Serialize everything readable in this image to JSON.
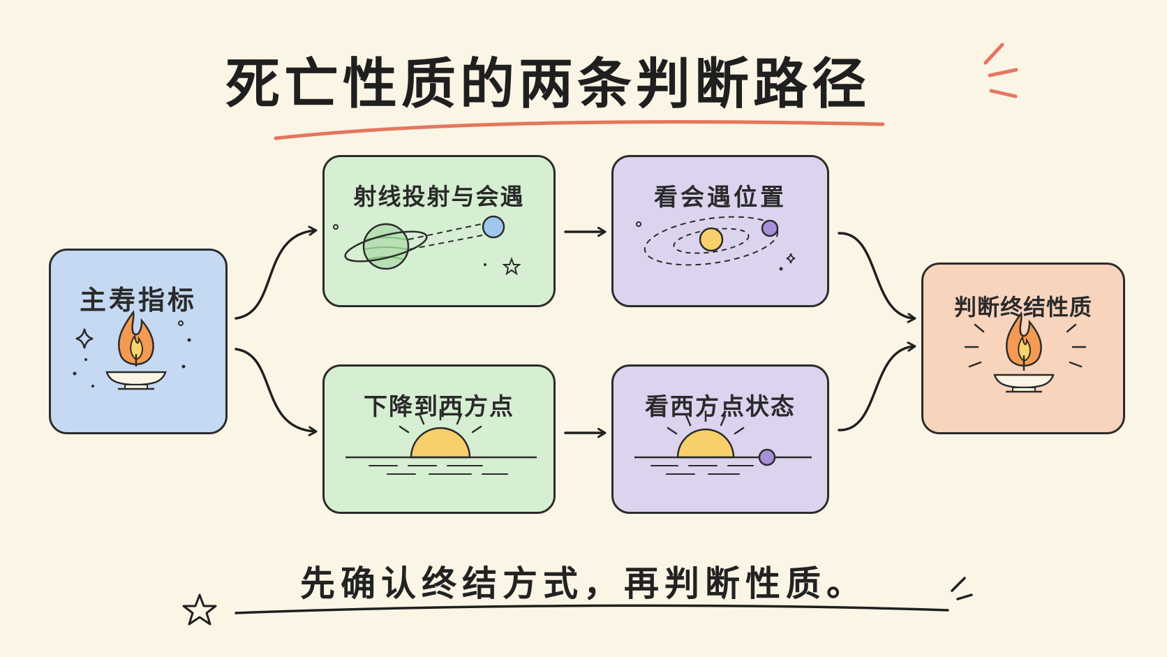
{
  "title": "死亡性质的两条判断路径",
  "cards": {
    "start": "主寿指标",
    "ray_cast": "射线投射与会遇",
    "meeting_position": "看会遇位置",
    "descend_west": "下降到西方点",
    "west_state": "看西方点状态",
    "final": "判断终结性质"
  },
  "conclusion": "先确认终结方式，再判断性质。",
  "colors": {
    "accent_red": "#e5765f",
    "ink": "#2b2b2b",
    "blue_card": "#c6d9f3",
    "green_card": "#d6efd2",
    "purple_card": "#dcd3ef",
    "peach_card": "#f8d4bd"
  },
  "icons": [
    "flame-lamp-icon",
    "planet-icon",
    "orbit-icon",
    "sunset-icon",
    "sparkle-icon",
    "star-icon"
  ]
}
